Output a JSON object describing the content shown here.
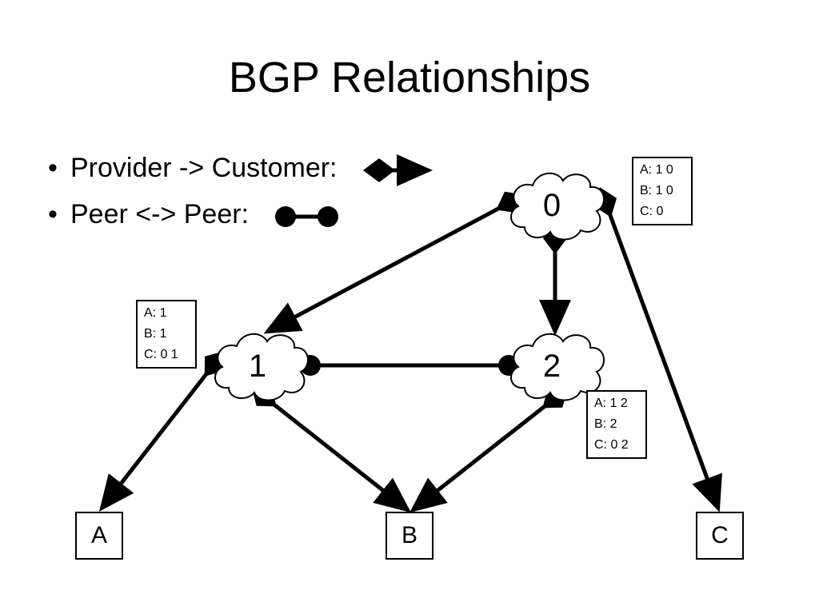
{
  "slide": {
    "title": "BGP Relationships",
    "bullets": [
      {
        "bullet": "•",
        "text": "Provider -> Customer:",
        "symbol": "provider-customer-arrow"
      },
      {
        "bullet": "•",
        "text": "Peer <-> Peer:",
        "symbol": "peer-link"
      }
    ]
  },
  "diagram": {
    "as_nodes": [
      {
        "label": "0"
      },
      {
        "label": "1"
      },
      {
        "label": "2"
      }
    ],
    "destinations": [
      {
        "label": "A"
      },
      {
        "label": "B"
      },
      {
        "label": "C"
      }
    ],
    "routing_tables": [
      {
        "owner": "0",
        "rows": [
          "A: 1 0",
          "B: 1 0",
          "C: 0"
        ]
      },
      {
        "owner": "1",
        "rows": [
          "A: 1",
          "B: 1",
          "C: 0 1"
        ]
      },
      {
        "owner": "2",
        "rows": [
          "A: 1 2",
          "B: 2",
          "C: 0 2"
        ]
      }
    ],
    "links": [
      {
        "from": "0",
        "to": "1",
        "type": "provider-customer"
      },
      {
        "from": "0",
        "to": "2",
        "type": "provider-customer"
      },
      {
        "from": "0",
        "to": "C",
        "type": "provider-customer"
      },
      {
        "from": "1",
        "to": "2",
        "type": "peer"
      },
      {
        "from": "1",
        "to": "A",
        "type": "provider-customer"
      },
      {
        "from": "1",
        "to": "B",
        "type": "provider-customer"
      },
      {
        "from": "2",
        "to": "B",
        "type": "provider-customer"
      }
    ]
  }
}
